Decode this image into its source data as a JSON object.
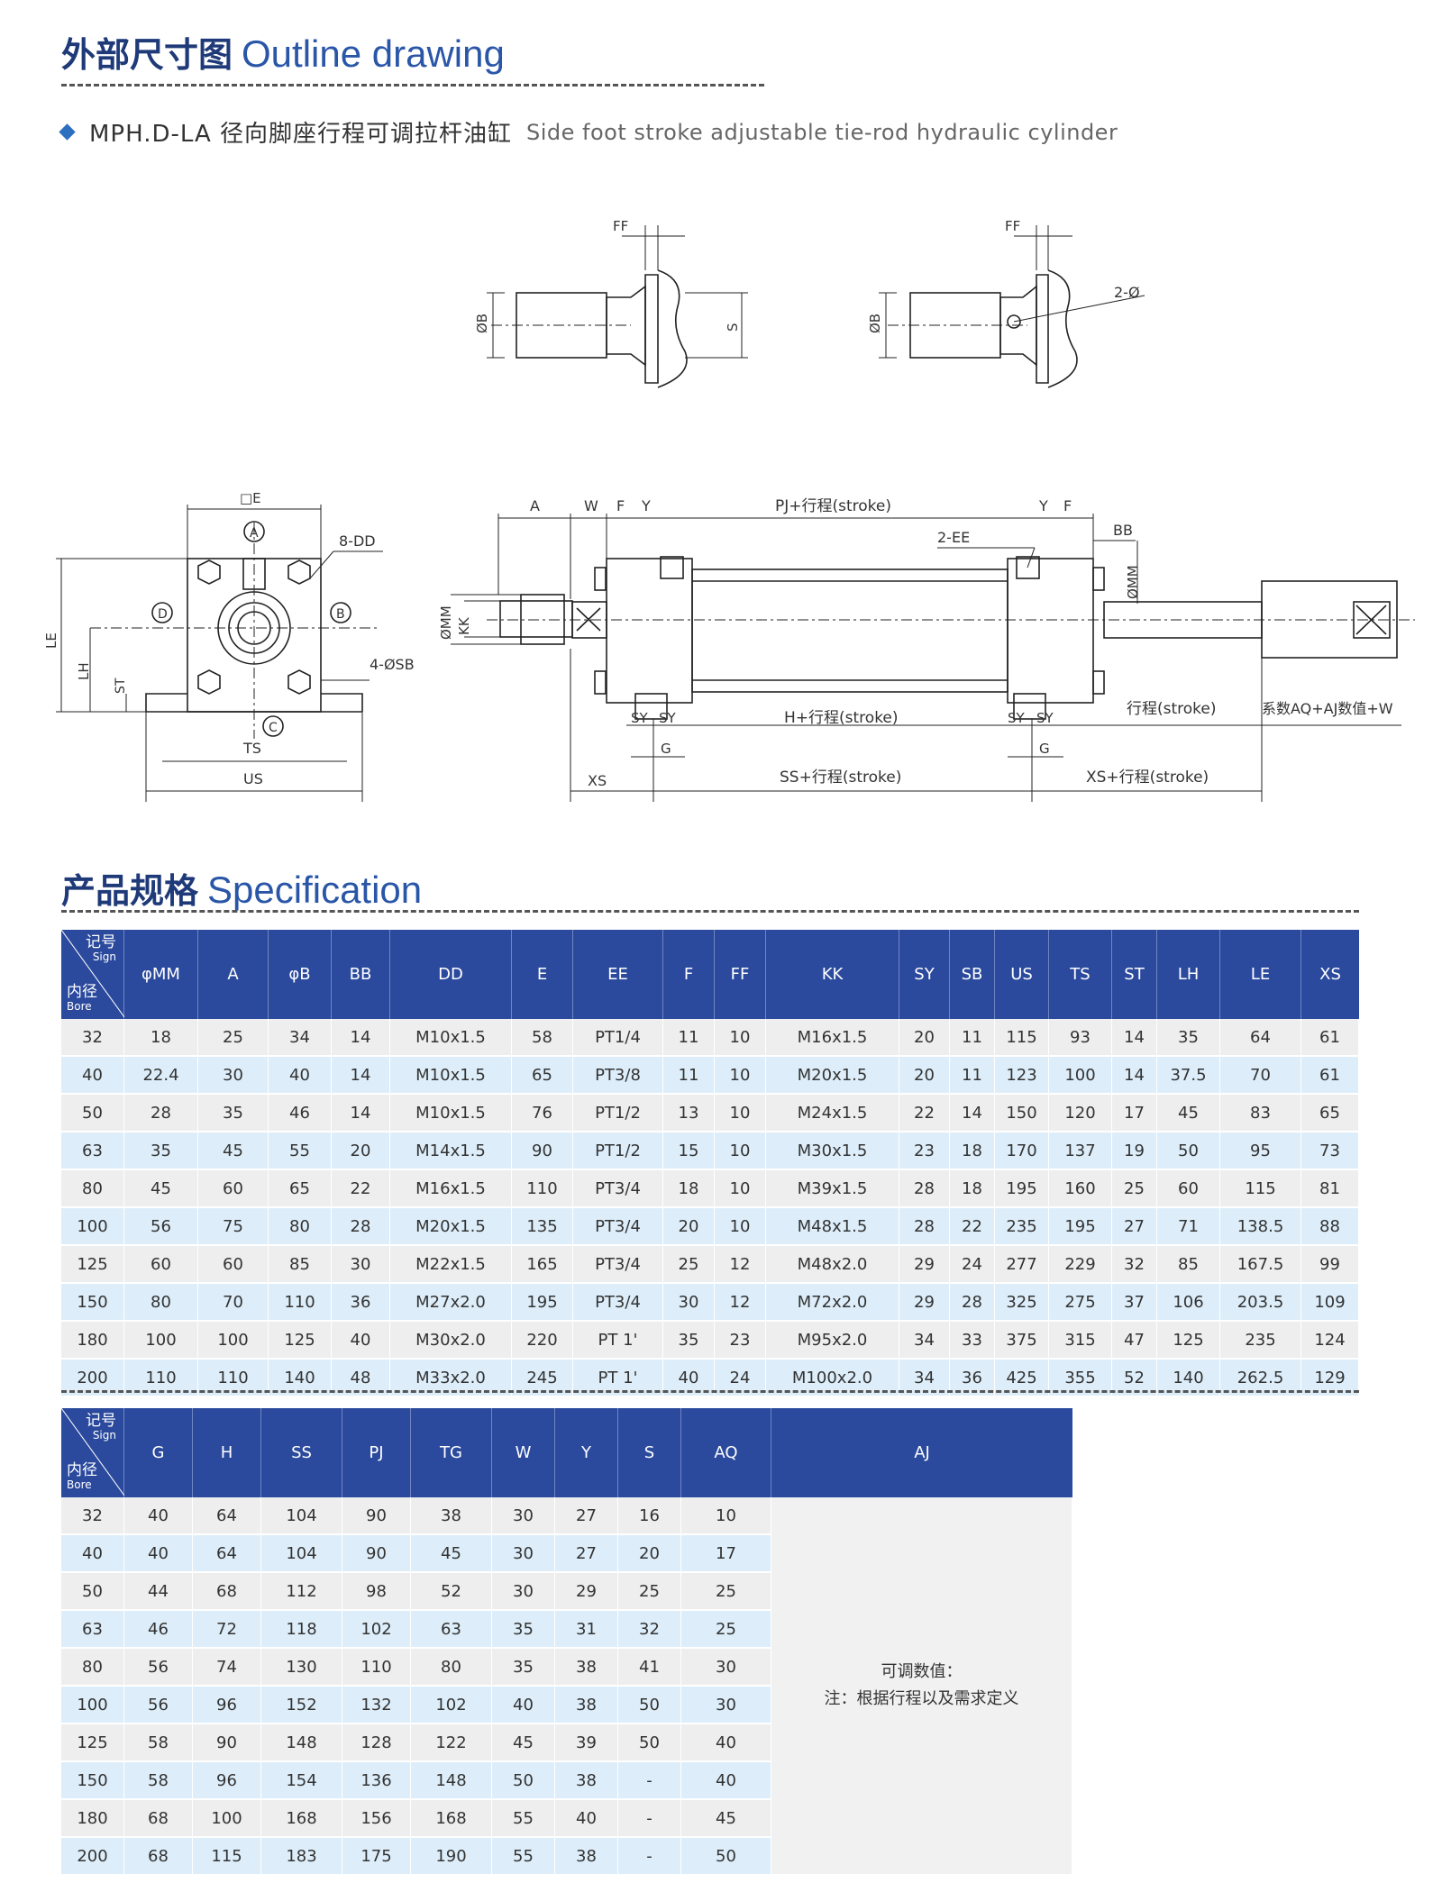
{
  "outline": {
    "title_zh": "外部尺寸图",
    "title_en": "Outline drawing",
    "model": "MPH.D-LA 径向脚座行程可调拉杆油缸",
    "model_en": "Side foot stroke adjustable tie-rod hydraulic cylinder"
  },
  "drawing_labels": {
    "ff": "FF",
    "phiB": "ØB",
    "s": "S",
    "two_phi": "2-Ø",
    "sqE": "□E",
    "eightDD": "8-DD",
    "circA": "A",
    "circB": "B",
    "circC": "C",
    "circD": "D",
    "le": "LE",
    "lh": "LH",
    "st": "ST",
    "fourSB": "4-ØSB",
    "ts": "TS",
    "us": "US",
    "a": "A",
    "w": "W",
    "f": "F",
    "y": "Y",
    "pj": "PJ+行程(stroke)",
    "bb": "BB",
    "twoEE": "2-EE",
    "phiMM_left": "ØMM",
    "kk": "KK",
    "phiMM_right": "ØMM",
    "sy": "SY",
    "h": "H+行程(stroke)",
    "g": "G",
    "xs": "XS",
    "ss": "SS+行程(stroke)",
    "xs_stroke": "XS+行程(stroke)",
    "stroke": "行程(stroke)",
    "aqaj": "系数AQ+AJ数值+W"
  },
  "spec": {
    "title_zh": "产品规格",
    "title_en": "Specification",
    "corner_sign_zh": "记号",
    "corner_sign_en": "Sign",
    "corner_bore_zh": "内径",
    "corner_bore_en": "Bore"
  },
  "table1": {
    "headers": [
      "φMM",
      "A",
      "φB",
      "BB",
      "DD",
      "E",
      "EE",
      "F",
      "FF",
      "KK",
      "SY",
      "SB",
      "US",
      "TS",
      "ST",
      "LH",
      "LE",
      "XS"
    ],
    "rows": [
      [
        "32",
        "18",
        "25",
        "34",
        "14",
        "M10x1.5",
        "58",
        "PT1/4",
        "11",
        "10",
        "M16x1.5",
        "20",
        "11",
        "115",
        "93",
        "14",
        "35",
        "64",
        "61"
      ],
      [
        "40",
        "22.4",
        "30",
        "40",
        "14",
        "M10x1.5",
        "65",
        "PT3/8",
        "11",
        "10",
        "M20x1.5",
        "20",
        "11",
        "123",
        "100",
        "14",
        "37.5",
        "70",
        "61"
      ],
      [
        "50",
        "28",
        "35",
        "46",
        "14",
        "M10x1.5",
        "76",
        "PT1/2",
        "13",
        "10",
        "M24x1.5",
        "22",
        "14",
        "150",
        "120",
        "17",
        "45",
        "83",
        "65"
      ],
      [
        "63",
        "35",
        "45",
        "55",
        "20",
        "M14x1.5",
        "90",
        "PT1/2",
        "15",
        "10",
        "M30x1.5",
        "23",
        "18",
        "170",
        "137",
        "19",
        "50",
        "95",
        "73"
      ],
      [
        "80",
        "45",
        "60",
        "65",
        "22",
        "M16x1.5",
        "110",
        "PT3/4",
        "18",
        "10",
        "M39x1.5",
        "28",
        "18",
        "195",
        "160",
        "25",
        "60",
        "115",
        "81"
      ],
      [
        "100",
        "56",
        "75",
        "80",
        "28",
        "M20x1.5",
        "135",
        "PT3/4",
        "20",
        "10",
        "M48x1.5",
        "28",
        "22",
        "235",
        "195",
        "27",
        "71",
        "138.5",
        "88"
      ],
      [
        "125",
        "60",
        "60",
        "85",
        "30",
        "M22x1.5",
        "165",
        "PT3/4",
        "25",
        "12",
        "M48x2.0",
        "29",
        "24",
        "277",
        "229",
        "32",
        "85",
        "167.5",
        "99"
      ],
      [
        "150",
        "80",
        "70",
        "110",
        "36",
        "M27x2.0",
        "195",
        "PT3/4",
        "30",
        "12",
        "M72x2.0",
        "29",
        "28",
        "325",
        "275",
        "37",
        "106",
        "203.5",
        "109"
      ],
      [
        "180",
        "100",
        "100",
        "125",
        "40",
        "M30x2.0",
        "220",
        "PT 1'",
        "35",
        "23",
        "M95x2.0",
        "34",
        "33",
        "375",
        "315",
        "47",
        "125",
        "235",
        "124"
      ],
      [
        "200",
        "110",
        "110",
        "140",
        "48",
        "M33x2.0",
        "245",
        "PT 1'",
        "40",
        "24",
        "M100x2.0",
        "34",
        "36",
        "425",
        "355",
        "52",
        "140",
        "262.5",
        "129"
      ]
    ]
  },
  "table2": {
    "headers": [
      "G",
      "H",
      "SS",
      "PJ",
      "TG",
      "W",
      "Y",
      "S",
      "AQ",
      "AJ"
    ],
    "rows": [
      [
        "32",
        "40",
        "64",
        "104",
        "90",
        "38",
        "30",
        "27",
        "16",
        "10"
      ],
      [
        "40",
        "40",
        "64",
        "104",
        "90",
        "45",
        "30",
        "27",
        "20",
        "17"
      ],
      [
        "50",
        "44",
        "68",
        "112",
        "98",
        "52",
        "30",
        "29",
        "25",
        "25"
      ],
      [
        "63",
        "46",
        "72",
        "118",
        "102",
        "63",
        "35",
        "31",
        "32",
        "25"
      ],
      [
        "80",
        "56",
        "74",
        "130",
        "110",
        "80",
        "35",
        "38",
        "41",
        "30"
      ],
      [
        "100",
        "56",
        "96",
        "152",
        "132",
        "102",
        "40",
        "38",
        "50",
        "30"
      ],
      [
        "125",
        "58",
        "90",
        "148",
        "128",
        "122",
        "45",
        "39",
        "50",
        "40"
      ],
      [
        "150",
        "58",
        "96",
        "154",
        "136",
        "148",
        "50",
        "38",
        "-",
        "40"
      ],
      [
        "180",
        "68",
        "100",
        "168",
        "156",
        "168",
        "55",
        "40",
        "-",
        "45"
      ],
      [
        "200",
        "68",
        "115",
        "183",
        "175",
        "190",
        "55",
        "38",
        "-",
        "50"
      ]
    ],
    "note_line1": "可调数值：",
    "note_line2": "注：根据行程以及需求定义"
  }
}
